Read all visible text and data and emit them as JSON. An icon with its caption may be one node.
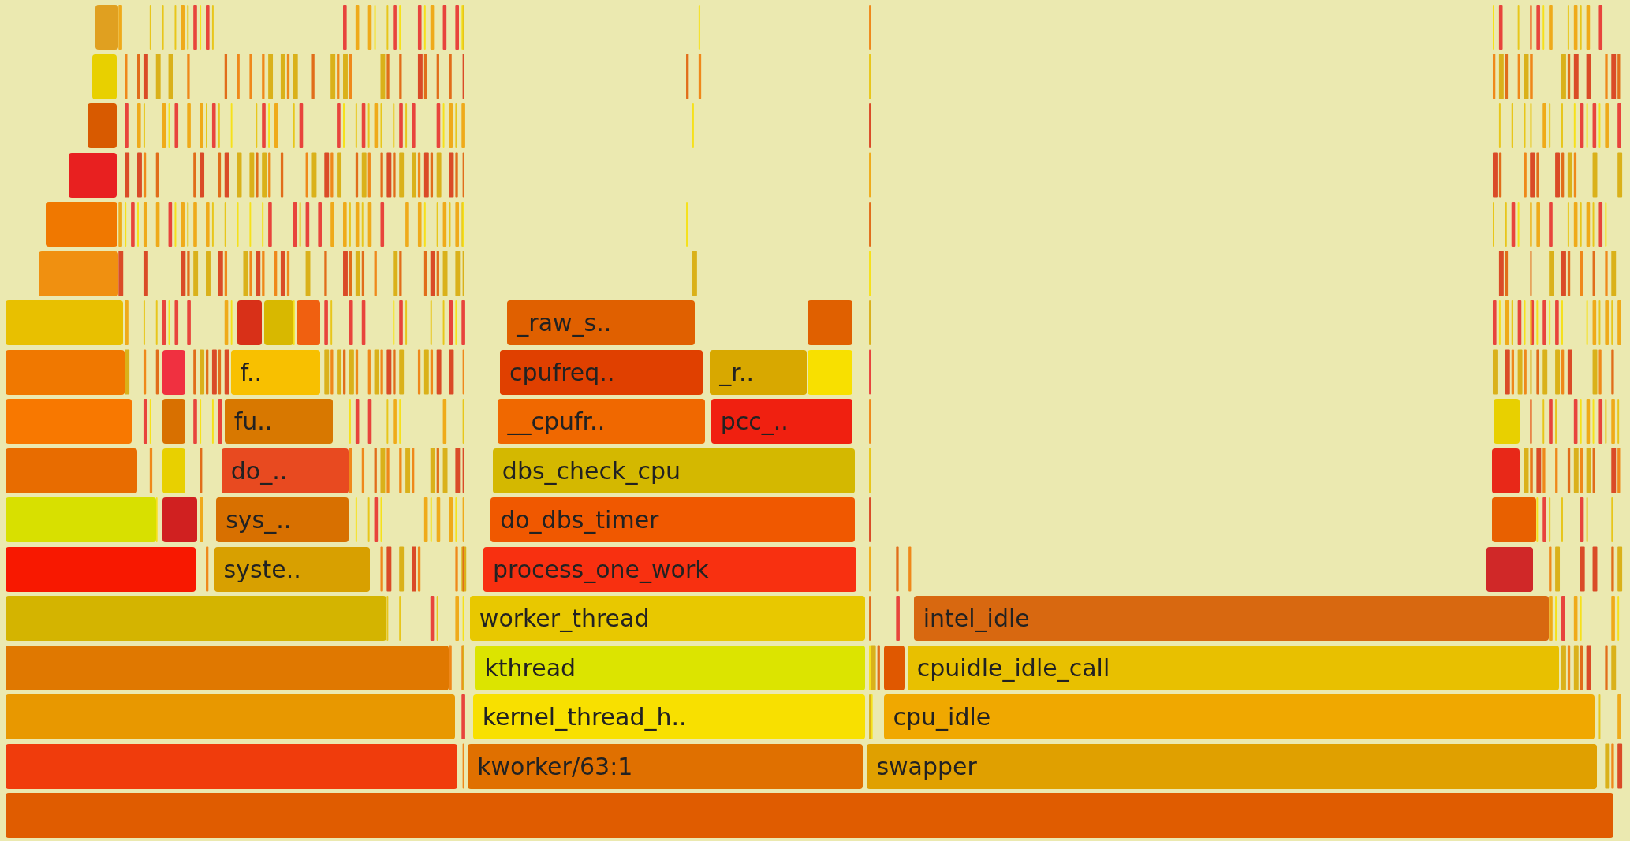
{
  "diagram": {
    "nodes": [
      {
        "text": [],
        "shape": "bar"
      },
      {
        "text": [],
        "shape": "bar"
      },
      {
        "text": [],
        "shape": "bar"
      },
      {
        "text": [],
        "shape": "bar"
      },
      {
        "text": [],
        "shape": "bar"
      },
      {
        "text": [],
        "shape": "bar"
      },
      {
        "text": [],
        "shape": "bar"
      },
      {
        "text": [],
        "shape": "bar"
      },
      {
        "text": [],
        "shape": "bar"
      },
      {
        "text": [],
        "shape": "bar"
      },
      {
        "text": [
          "_raw_s.."
        ]
      },
      {
        "text": [],
        "shape": "bar"
      },
      {
        "text": [],
        "shape": "bar"
      },
      {
        "text": [],
        "shape": "bar"
      },
      {
        "text": [
          "f.."
        ]
      },
      {
        "text": [
          "cpufreq.."
        ]
      },
      {
        "text": [
          "_r.."
        ]
      },
      {
        "text": [],
        "shape": "bar"
      },
      {
        "text": [],
        "shape": "bar"
      },
      {
        "text": [],
        "shape": "bar"
      },
      {
        "text": [
          "fu.."
        ]
      },
      {
        "text": [
          "__cpufr.."
        ]
      },
      {
        "text": [
          "pcc_.."
        ]
      },
      {
        "text": [],
        "shape": "bar"
      },
      {
        "text": [],
        "shape": "bar"
      },
      {
        "text": [],
        "shape": "bar"
      },
      {
        "text": [
          "do_.."
        ]
      },
      {
        "text": [
          "dbs_check_cpu"
        ]
      },
      {
        "text": [],
        "shape": "bar"
      },
      {
        "text": [],
        "shape": "bar"
      },
      {
        "text": [],
        "shape": "bar"
      },
      {
        "text": [
          "sys_.."
        ]
      },
      {
        "text": [
          "do_dbs_timer"
        ]
      },
      {
        "text": [],
        "shape": "bar"
      },
      {
        "text": [],
        "shape": "bar"
      },
      {
        "text": [
          "syste.."
        ]
      },
      {
        "text": [
          "process_one_work"
        ]
      },
      {
        "text": [],
        "shape": "bar"
      },
      {
        "text": [],
        "shape": "bar"
      },
      {
        "text": [
          "worker_thread"
        ]
      },
      {
        "text": [
          "intel_idle"
        ]
      },
      {
        "text": [],
        "shape": "bar"
      },
      {
        "text": [
          "kthread"
        ]
      },
      {
        "text": [],
        "shape": "bar"
      },
      {
        "text": [
          "cpuidle_idle_call"
        ]
      },
      {
        "text": [],
        "shape": "bar"
      },
      {
        "text": [
          "kernel_thread_h.."
        ]
      },
      {
        "text": [
          "cpu_idle"
        ]
      },
      {
        "text": [],
        "shape": "bar"
      },
      {
        "text": [
          "kworker/63:1"
        ]
      },
      {
        "text": [
          "swapper"
        ]
      },
      {
        "text": [],
        "shape": "bar"
      }
    ]
  }
}
